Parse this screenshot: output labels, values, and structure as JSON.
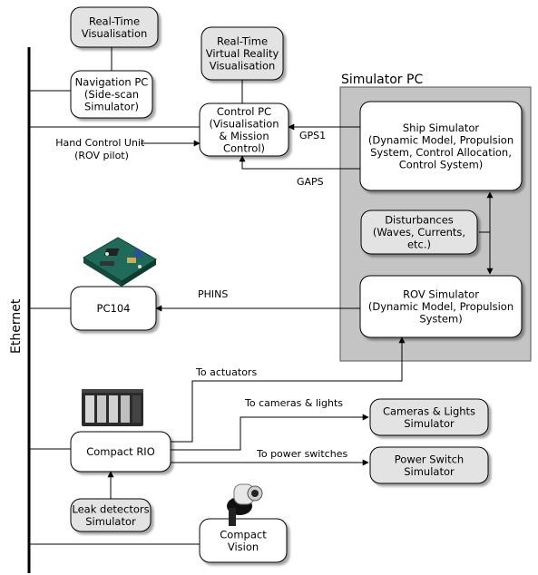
{
  "diagram": {
    "ethernet_label": "Ethernet",
    "simulator_pc_label": "Simulator PC",
    "nodes": {
      "realtime_vis": [
        "Real-Time",
        "Visualisation"
      ],
      "navigation_pc": [
        "Navigation PC",
        "(Side-scan",
        "Simulator)"
      ],
      "vr_vis": [
        "Real-Time",
        "Virtual Reality",
        "Visualisation"
      ],
      "control_pc": [
        "Control PC",
        "(Visualisation",
        "& Mission",
        "Control)"
      ],
      "ship_sim": [
        "Ship Simulator",
        "(Dynamic Model, Propulsion",
        "System, Control Allocation,",
        "Control System)"
      ],
      "disturbances": [
        "Disturbances",
        "(Waves, Currents,",
        "etc.)"
      ],
      "rov_sim": [
        "ROV Simulator",
        "(Dynamic Model, Propulsion",
        "System)"
      ],
      "pc104": [
        "PC104"
      ],
      "compact_rio": [
        "Compact RIO"
      ],
      "cameras_sim": [
        "Cameras & Lights",
        "Simulator"
      ],
      "power_sim": [
        "Power Switch",
        "Simulator"
      ],
      "leak_sim": [
        "Leak detectors",
        "Simulator"
      ],
      "compact_vision": [
        "Compact",
        "Vision"
      ]
    },
    "labels": {
      "hand_control": [
        "Hand Control Unit",
        "(ROV pilot)"
      ],
      "gps1": "GPS1",
      "gaps": "GAPS",
      "phins": "PHINS",
      "to_actuators": "To actuators",
      "to_cameras": "To cameras & lights",
      "to_power": "To power switches"
    },
    "colors": {
      "gray_box": "#e3e3e3",
      "white_box": "#ffffff",
      "sim_region": "#c4c4c4",
      "line": "#000000"
    }
  }
}
